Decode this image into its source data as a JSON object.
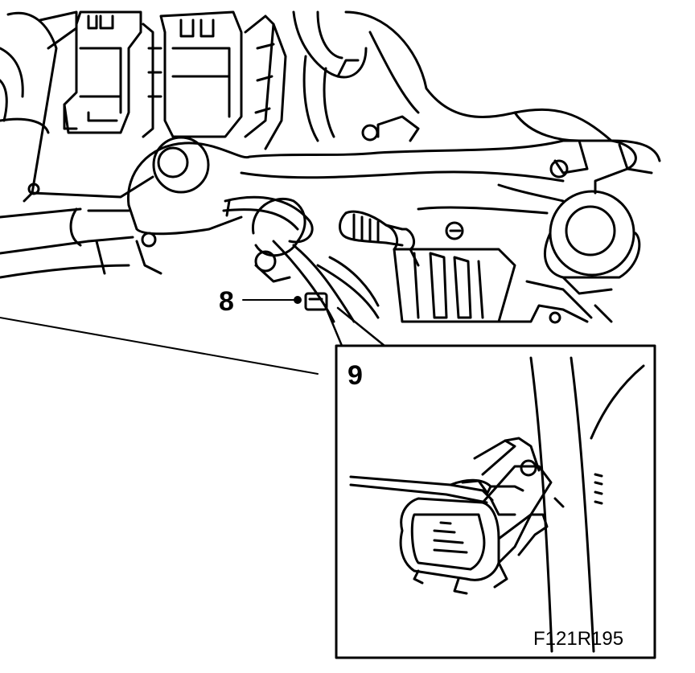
{
  "callouts": {
    "main": "8",
    "detail": "9"
  },
  "figure_code": "F121R195",
  "colors": {
    "ink": "#000000",
    "paper": "#ffffff"
  }
}
